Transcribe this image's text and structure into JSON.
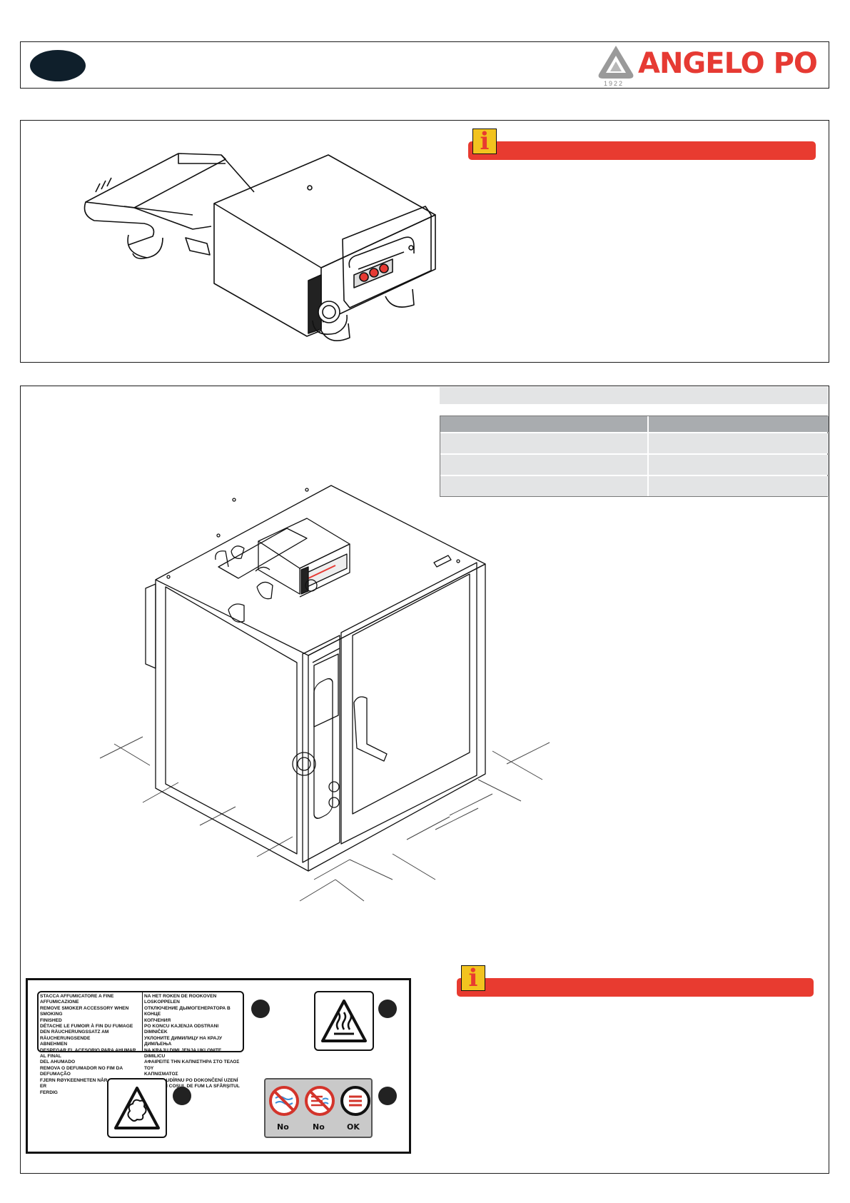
{
  "header": {
    "brand": "ANGELO PO",
    "year": "1922"
  },
  "smoker_label": {
    "left_lines": [
      "STACCA AFFUMICATORE A FINE AFFUMICAZIONE",
      "REMOVE SMOKER ACCESSORY WHEN SMOKING",
      "FINISHED",
      "DÉTACHE LE FUMOIR À FIN DU FUMAGE",
      "DEN RÄUCHERUNGSSATZ AM RÄUCHERUNGSENDE",
      "ABNEHMEN",
      "DESPEGAR EL ACESORIO PARA AHUMAR  AL FINAL",
      "DEL AHUMADO",
      "REMOVA O DEFUMADOR NO FIM DA DEFUMAÇÃO",
      "FJERN RØYKEENHETEN NÅR RØYKINGEN ER",
      "FERDIG"
    ],
    "right_lines": [
      "NA HET ROKEN DE ROOKOVEN LOSKOPPELEN",
      "ОТКЛЮЧЕНИЕ ДЫМОГЕНЕРАТОРА В КОНЦЕ",
      "КОПЧЕНИЯ",
      "PO KONCU KAJENJA ODSTRANI DIMNIČEK",
      "УКЛОНИТЕ ДИМИЛИЦУ НА КРАЈУ ДИМЉЕЊА",
      "NA KRAJU DIMLJENJA UKLONITE DIMILICU",
      "ΑΦΑΙΡΕΙΤΕ ΤΗΝ ΚΑΠΝΙΣΤΗΡΑ ΣΤΟ ΤΕΛΟΣ ΤΟΥ",
      "ΚΑΠΝΙΣΜΑΤΟΣ",
      "ODPOJIT UDÍRNU PO DOKONČENÍ UZENÍ",
      "SCOATEŢI COŞUL DE FUM LA SFÂRŞITUL AFUMĂRII"
    ]
  },
  "control_panel_sign": {
    "labels": [
      "No",
      "No",
      "OK"
    ]
  },
  "colors": {
    "brand_red": "#e63a33",
    "info_bar": "#e83b30",
    "info_icon": "#f2c31f",
    "table_header": "#a9acaf",
    "table_cell": "#e3e4e5",
    "badge_dark": "#0f1f2b"
  },
  "icons": {
    "info": "info-icon",
    "hot_surface": "hot-surface-warning-icon",
    "smoke": "smoke-warning-icon",
    "no_water_1": "no-water-icon",
    "no_water_2": "no-steam-icon",
    "ok": "ok-icon"
  }
}
